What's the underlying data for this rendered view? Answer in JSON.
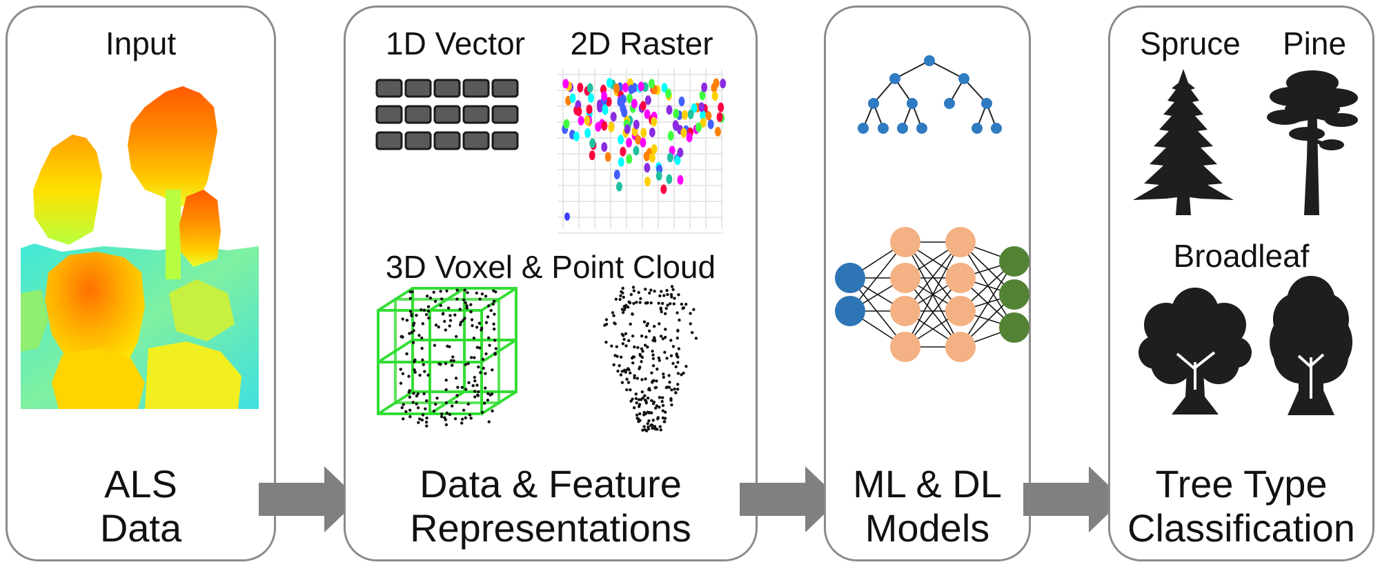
{
  "panels": {
    "als": {
      "top_label": "Input",
      "title_line1": "ALS",
      "title_line2": "Data"
    },
    "repr": {
      "label_1d": "1D Vector",
      "label_2d": "2D Raster",
      "label_3d": "3D Voxel & Point Cloud",
      "title_line1": "Data & Feature",
      "title_line2": "Representations"
    },
    "models": {
      "title_line1": "ML & DL",
      "title_line2": "Models"
    },
    "classification": {
      "label_spruce": "Spruce",
      "label_pine": "Pine",
      "label_broadleaf": "Broadleaf",
      "title_line1": "Tree Type",
      "title_line2": "Classification"
    }
  },
  "colors": {
    "panel_border": "#8a8a8a",
    "arrow": "#808080",
    "voxel_green": "#33dd33",
    "tree_node_blue": "#2e7bc2",
    "nn_input": "#2e75b6",
    "nn_hidden": "#f4b183",
    "nn_output": "#548235",
    "silhouette": "#1e1e1e"
  }
}
